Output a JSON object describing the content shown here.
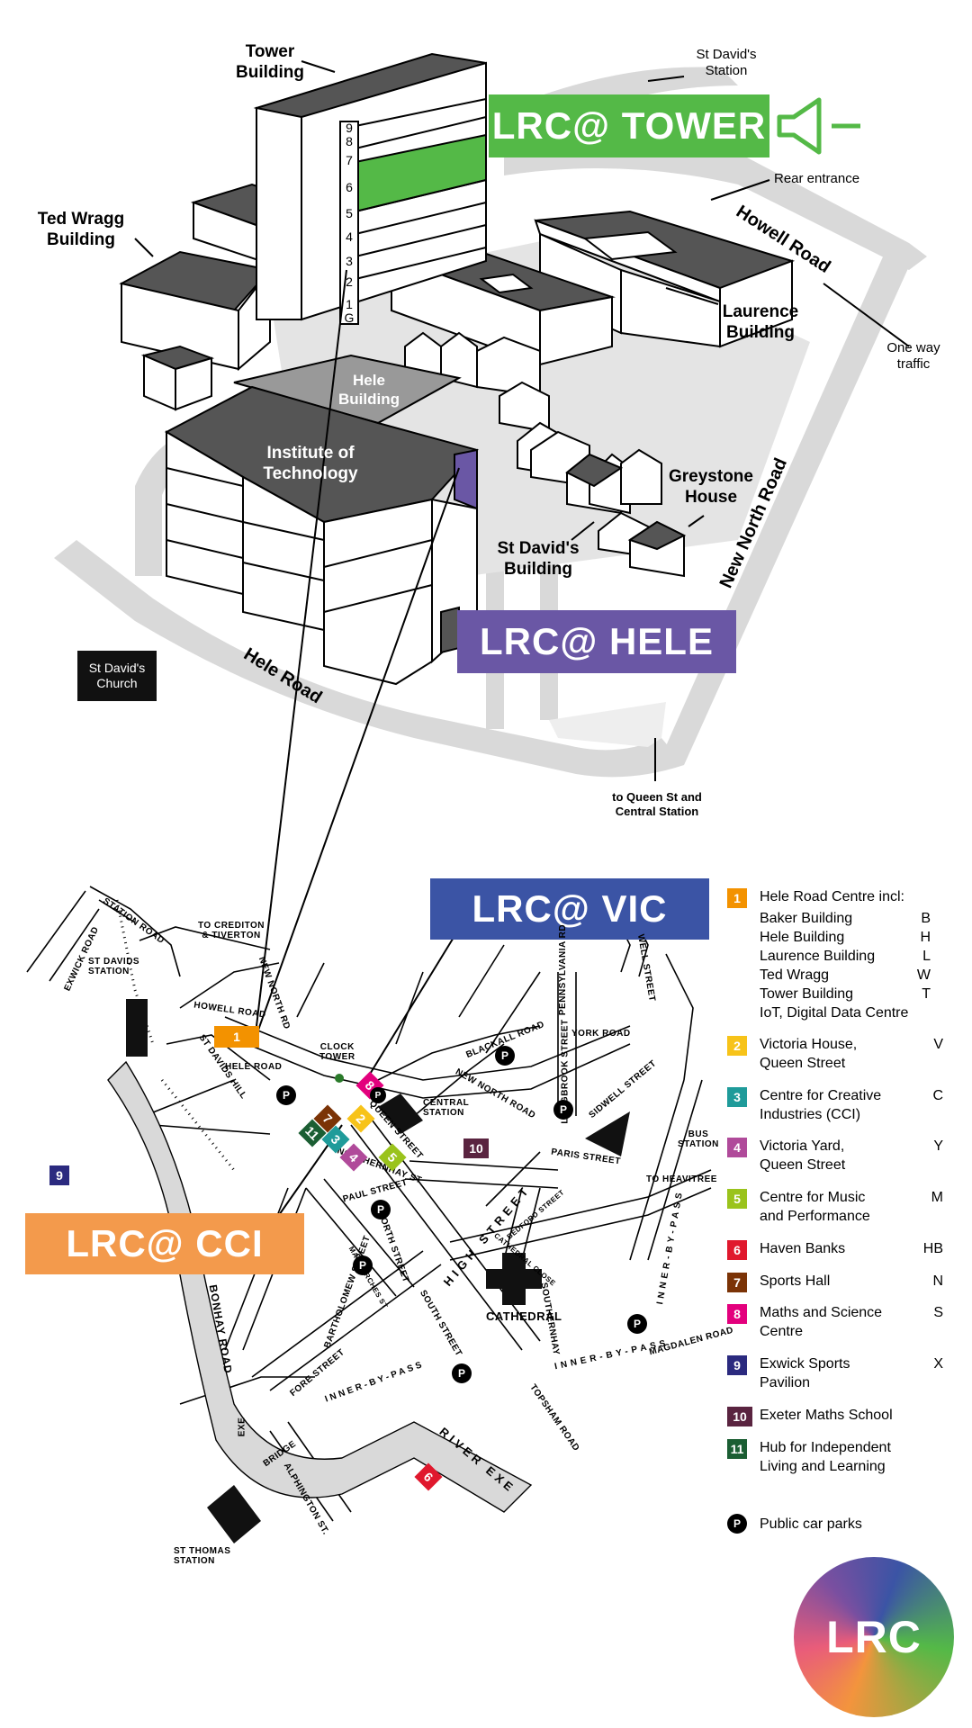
{
  "campus": {
    "buildings": {
      "tower": "Tower\nBuilding",
      "ted_wragg": "Ted Wragg\nBuilding",
      "laurence": "Laurence\nBuilding",
      "hele": "Hele\nBuilding",
      "institute": "Institute of\nTechnology",
      "greystone": "Greystone\nHouse",
      "st_davids_building": "St David's\nBuilding"
    },
    "labels": {
      "st_davids_station": "St David's\nStation",
      "rear_entrance": "Rear entrance",
      "one_way": "One way\ntraffic",
      "queen_st": "to Queen St and\nCentral Station",
      "church": "St David's\nChurch"
    },
    "roads": {
      "howell": "Howell Road",
      "new_north": "New North Road",
      "hele": "Hele Road"
    },
    "floors": [
      "9",
      "8",
      "7",
      "6",
      "5",
      "4",
      "3",
      "2",
      "1",
      "G"
    ]
  },
  "lrc": {
    "tower": "LRC@ TOWER",
    "hele": "LRC@ HELE",
    "vic": "LRC@ VIC",
    "cci": "LRC@ CCI"
  },
  "colors": {
    "green": "#54b947",
    "purple": "#6a57a5",
    "blue": "#3b54a5",
    "orange": "#f39a4c"
  },
  "street_map": {
    "labels": {
      "exwick_road": "EXWICK ROAD",
      "station_road": "STATION ROAD",
      "st_davids_station": "ST DAVIDS\nSTATION",
      "to_crediton": "TO CREDITON\n& TIVERTON",
      "howell_road": "HOWELL ROAD",
      "hele_road": "HELE ROAD",
      "st_davids_hill": "ST DAVIDS HILL",
      "new_north_road_a": "NEW NORTH RD",
      "clock_tower": "CLOCK\nTOWER",
      "blackall_road": "BLACKALL ROAD",
      "york_road": "YORK ROAD",
      "pennsylvania_road": "PENNSYLVANIA RD",
      "well_street": "WELL STREET",
      "longbrook_street": "LONGBROOK STREET",
      "new_north_road_b": "NEW NORTH ROAD",
      "sidwell_street": "SIDWELL STREET",
      "central_station": "CENTRAL\nSTATION",
      "queen_street": "QUEEN STREET",
      "northernhay_st": "NORTHERNHAY ST",
      "paul_street": "PAUL STREET",
      "paris_street": "PARIS STREET",
      "bus_station": "BUS\nSTATION",
      "to_heavitree": "TO HEAVITREE",
      "high_street": "HIGH STREET",
      "bedford_street": "BEDFORD STREET",
      "cathedral_close": "CATHEDRAL CLOSE",
      "north_street": "NORTH STREET",
      "bartholomew_street": "BARTHOLOMEW STREET",
      "mary_arches": "MARY ARCHES ST",
      "cathedral": "CATHEDRAL",
      "south_street": "SOUTH STREET",
      "southernhay": "SOUTHERNHAY",
      "inner_bypass_a": "INNER-BY-PASS",
      "inner_bypass_b": "INNER-BY-PASS",
      "magdalen_road": "MAGDALEN ROAD",
      "inner_bypass_c": "INNER-BY-PASS",
      "bonhay_road": "BONHAY ROAD",
      "fore_street": "FORE STREET",
      "exe": "EXE",
      "bridge": "BRIDGE",
      "topsham_road": "TOPSHAM ROAD",
      "river_exe": "RIVER EXE",
      "alphington": "ALPHINGTON ST.",
      "st_thomas": "ST THOMAS\nSTATION"
    }
  },
  "legend": {
    "items": [
      {
        "num": "1",
        "color": "#f39200",
        "label": "Hele Road Centre incl:",
        "code": ""
      },
      {
        "num": "2",
        "color": "#f7c319",
        "label": "Victoria House,\nQueen Street",
        "code": "V"
      },
      {
        "num": "3",
        "color": "#1f9b9a",
        "label": "Centre for Creative\nIndustries (CCI)",
        "code": "C"
      },
      {
        "num": "4",
        "color": "#b04a9a",
        "label": "Victoria Yard,\nQueen Street",
        "code": "Y"
      },
      {
        "num": "5",
        "color": "#9ac31c",
        "label": "Centre for Music\nand Performance",
        "code": "M"
      },
      {
        "num": "6",
        "color": "#e0182d",
        "label": "Haven Banks",
        "code": "HB"
      },
      {
        "num": "7",
        "color": "#7b3306",
        "label": "Sports Hall",
        "code": "N"
      },
      {
        "num": "8",
        "color": "#e3007d",
        "label": "Maths and Science\nCentre",
        "code": "S"
      },
      {
        "num": "9",
        "color": "#2b2a7f",
        "label": "Exwick Sports\nPavilion",
        "code": "X"
      },
      {
        "num": "10",
        "color": "#5a2440",
        "label": "Exeter Maths School",
        "code": ""
      },
      {
        "num": "11",
        "color": "#1b5e33",
        "label": "Hub for Independent\nLiving and Learning",
        "code": ""
      }
    ],
    "sub_items": [
      {
        "label": "Baker Building",
        "code": "B"
      },
      {
        "label": "Hele Building",
        "code": "H"
      },
      {
        "label": "Laurence Building",
        "code": "L"
      },
      {
        "label": "Ted Wragg",
        "code": "W"
      },
      {
        "label": "Tower Building",
        "code": "T"
      },
      {
        "label": "IoT, Digital Data Centre",
        "code": ""
      }
    ],
    "parking": {
      "symbol": "P",
      "label": "Public car parks"
    }
  },
  "logo": {
    "text": "LRC"
  }
}
